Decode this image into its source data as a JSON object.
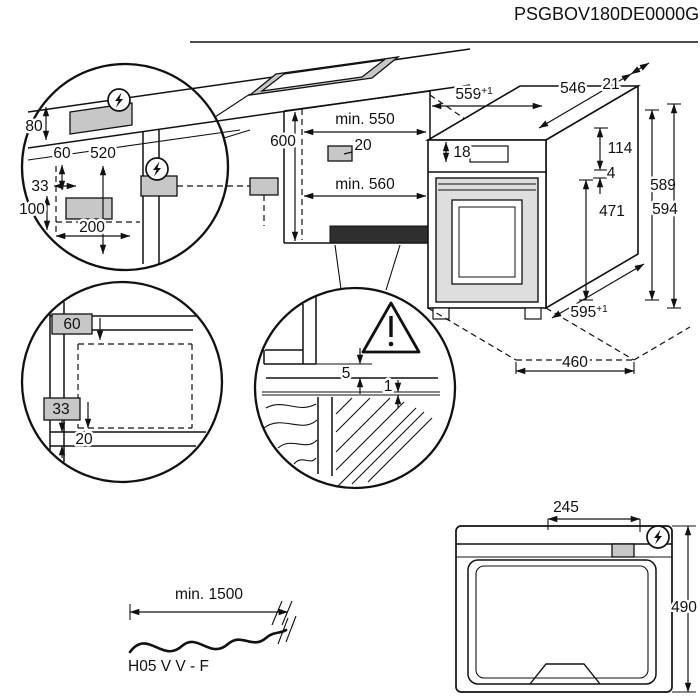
{
  "doc": {
    "part_code": "PSGBOV180DE0000G"
  },
  "scene": {
    "niche_min_width": "min. 550",
    "niche_height": "600",
    "niche_gap": "20",
    "niche_min_depth": "min. 560"
  },
  "oven": {
    "width_value": "559",
    "width_tol": "+1",
    "top_depth": "546",
    "back_gap": "21",
    "top_clearance": "18",
    "panel_height": "114",
    "seam_gap": "4",
    "door_height": "471",
    "height_a": "589",
    "height_b": "594",
    "bottom_width_value": "595",
    "bottom_width_tol": "+1",
    "base_depth": "460"
  },
  "detail_wall": {
    "dim_top": "80",
    "dim_side": "60",
    "dim_drop": "520",
    "dim_offset": "33",
    "dim_lower": "100",
    "dim_width": "200"
  },
  "detail_front": {
    "dim_top": "60",
    "dim_side": "33",
    "dim_bottom": "20"
  },
  "detail_gap": {
    "dim_overhang": "5",
    "dim_edge": "1"
  },
  "cable": {
    "min_length": "min. 1500",
    "type_label": "H05 V V - F"
  },
  "top_view": {
    "dim_offset": "245",
    "dim_depth": "490"
  }
}
